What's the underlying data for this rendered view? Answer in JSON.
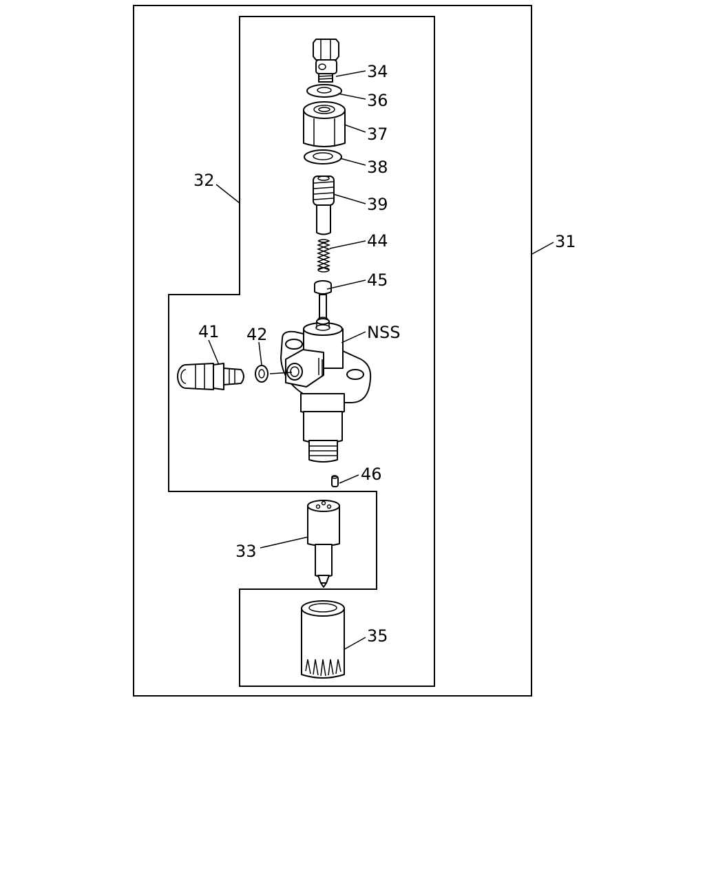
{
  "diagram": {
    "callouts": {
      "c31": "31",
      "c32": "32",
      "c33": "33",
      "c34": "34",
      "c35": "35",
      "c36": "36",
      "c37": "37",
      "c38": "38",
      "c39": "39",
      "c41": "41",
      "c42": "42",
      "c44": "44",
      "c45": "45",
      "c46": "46",
      "nss": "NSS"
    }
  }
}
